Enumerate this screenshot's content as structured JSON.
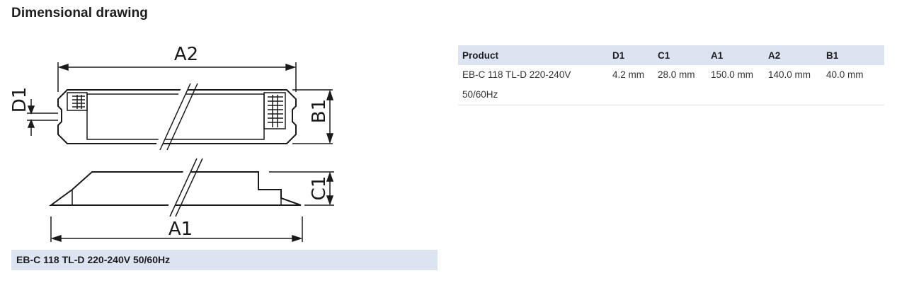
{
  "section": {
    "title": "Dimensional drawing",
    "caption": "EB-C 118 TL-D 220-240V 50/60Hz"
  },
  "drawing": {
    "labels": {
      "a2": "A2",
      "a1": "A1",
      "b1": "B1",
      "c1": "C1",
      "d1": "D1"
    },
    "line_color": "#1a1a1a"
  },
  "table": {
    "headers": [
      "Product",
      "D1",
      "C1",
      "A1",
      "A2",
      "B1"
    ],
    "rows": [
      {
        "product_line1": "EB-C 118 TL-D 220-240V",
        "product_line2": "50/60Hz",
        "d1": "4.2 mm",
        "c1": "28.0 mm",
        "a1": "150.0 mm",
        "a2": "140.0 mm",
        "b1": "40.0 mm"
      }
    ],
    "header_bg": "#dce4f2"
  }
}
